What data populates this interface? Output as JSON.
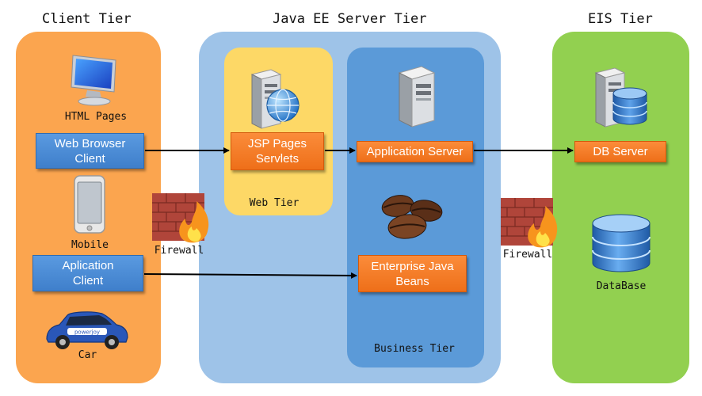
{
  "tiers": {
    "client": "Client Tier",
    "server": "Java EE Server Tier",
    "eis": "EIS Tier",
    "web": "Web Tier",
    "business": "Business Tier"
  },
  "labels": {
    "html_pages": "HTML Pages",
    "mobile": "Mobile",
    "car": "Car",
    "firewall_left": "Firewall",
    "firewall_right": "Firewall",
    "database": "DataBase",
    "car_brand": "powerjoy"
  },
  "boxes": {
    "web_browser_line1": "Web Browser",
    "web_browser_line2": "Client",
    "app_client_line1": "Aplication",
    "app_client_line2": "Client",
    "jsp_line1": "JSP Pages",
    "jsp_line2": "Servlets",
    "app_server": "Application Server",
    "ejb_line1": "Enterprise Java",
    "ejb_line2": "Beans",
    "db_server": "DB Server"
  },
  "colors": {
    "client_panel": "#fba54f",
    "server_panel": "#9ec3e8",
    "web_panel": "#fdd866",
    "business_panel": "#5b9ad8",
    "eis_panel": "#92d050",
    "blue_box": "#4a8ad6",
    "orange_box": "#f27a26"
  },
  "icons": [
    "monitor-icon",
    "phone-icon",
    "car-icon",
    "firewall-icon",
    "server-icon",
    "globe-icon",
    "coffee-beans-icon",
    "database-icon"
  ]
}
